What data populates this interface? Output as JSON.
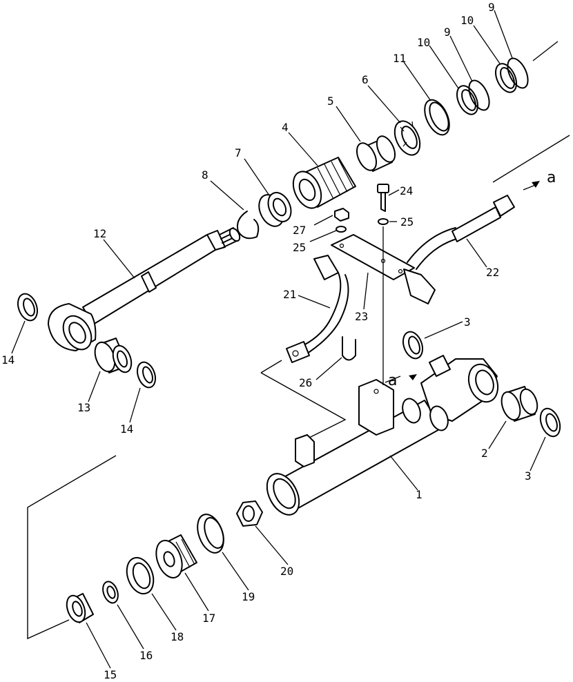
{
  "labels": {
    "p1": "1",
    "p2": "2",
    "p3a": "3",
    "p3b": "3",
    "p4": "4",
    "p5": "5",
    "p6": "6",
    "p7": "7",
    "p8": "8",
    "p9a": "9",
    "p9b": "9",
    "p10a": "10",
    "p10b": "10",
    "p11": "11",
    "p12": "12",
    "p13": "13",
    "p14a": "14",
    "p14b": "14",
    "p15": "15",
    "p16": "16",
    "p17": "17",
    "p18": "18",
    "p19": "19",
    "p20": "20",
    "p21": "21",
    "p22": "22",
    "p23": "23",
    "p24": "24",
    "p25a": "25",
    "p25b": "25",
    "p26": "26",
    "p27": "27"
  },
  "connection_marks": {
    "a_top": "a",
    "a_bottom": "a"
  }
}
